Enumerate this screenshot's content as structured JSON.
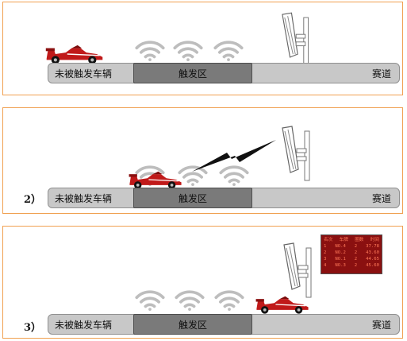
{
  "track": {
    "left_label": "未被触发车辆",
    "zone_label": "触发区",
    "right_label": "赛道"
  },
  "steps": [
    "2）",
    "3）"
  ],
  "scoreboard": {
    "headers": [
      "名次",
      "车牌",
      "圈数",
      "时间"
    ],
    "rows": [
      [
        "1",
        "NO.4",
        "2",
        "37.78"
      ],
      [
        "2",
        "NO.2",
        "2",
        "43.60"
      ],
      [
        "3",
        "NO.1",
        "2",
        "44.65"
      ],
      [
        "4",
        "NO.3",
        "2",
        "45.60"
      ]
    ]
  },
  "colors": {
    "border": "#f0a050",
    "track": "#c8c8c8",
    "zone": "#7a7a7a",
    "car": "#c01a1a",
    "board_bg": "#8a1010",
    "board_text": "#ff7a5a"
  }
}
